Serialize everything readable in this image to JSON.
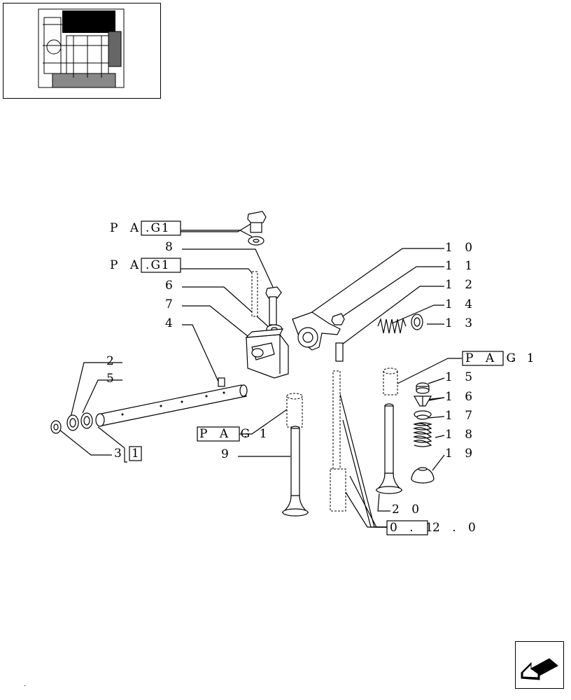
{
  "labels": {
    "l8": "8",
    "l6": "6",
    "l7": "7",
    "l4": "4",
    "l2": "2",
    "l5": "5",
    "l3": "3",
    "l3box": "1",
    "l9": "9",
    "l10": "1 0",
    "l11": "1 1",
    "l12": "1 2",
    "l14": "1 4",
    "l13": "1 3",
    "l15": "1 5",
    "l16": "1 6",
    "l17": "1 7",
    "l18": "1 8",
    "l19": "1 9",
    "l20": "2 0"
  },
  "refs": {
    "pag1_top": {
      "box": "P A G",
      "rest": ". 1"
    },
    "pag1_mid": {
      "box": "P A G",
      "rest": ". 1"
    },
    "pag1_right": {
      "box": "P A G",
      "rest": ". 1"
    },
    "pag1_low": {
      "box": "P A G",
      "rest": ". 1"
    },
    "ref_0_1_2_0": {
      "box": "0 . 1",
      "rest": "2 . 0"
    }
  },
  "footer_dot": "."
}
